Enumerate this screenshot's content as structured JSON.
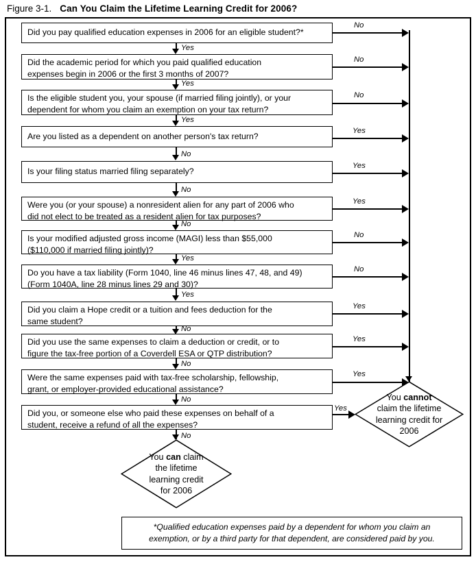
{
  "figure": {
    "number": "Figure 3-1.",
    "title": "Can You Claim the Lifetime Learning Credit for 2006?"
  },
  "questions": [
    {
      "id": "q1",
      "lines": [
        "Did you pay qualified education expenses in 2006 for an eligible student?*"
      ],
      "yes_label": "Yes",
      "no_label": "No",
      "branch_label": "No"
    },
    {
      "id": "q2",
      "lines": [
        "Did the academic period for which you paid qualified education",
        "expenses begin in 2006 or the first 3 months of 2007?"
      ],
      "branch_label": "No",
      "down_label": "Yes"
    },
    {
      "id": "q3",
      "lines": [
        "Is the eligible student you, your spouse (if married filing jointly), or your",
        "dependent for whom you claim an exemption on your tax return?"
      ],
      "branch_label": "No",
      "down_label": "Yes"
    },
    {
      "id": "q4",
      "lines": [
        "Are you listed as a dependent on another person's tax return?"
      ],
      "branch_label": "Yes",
      "down_label": "No"
    },
    {
      "id": "q5",
      "lines": [
        "Is your filing status married filing separately?"
      ],
      "branch_label": "Yes",
      "down_label": "No"
    },
    {
      "id": "q6",
      "lines": [
        "Were you (or your spouse) a nonresident alien for any part of 2006 who",
        "did not elect to be treated as a resident alien for tax purposes?"
      ],
      "branch_label": "Yes",
      "down_label": "No"
    },
    {
      "id": "q7",
      "lines": [
        "Is your modified adjusted gross income (MAGI) less than $55,000",
        "($110,000 if married filing jointly)?"
      ],
      "branch_label": "No",
      "down_label": "Yes"
    },
    {
      "id": "q8",
      "lines": [
        "Do you have a tax liability (Form 1040, line 46 minus lines 47, 48, and 49)",
        "(Form 1040A, line 28 minus lines 29 and 30)?"
      ],
      "branch_label": "No",
      "down_label": "Yes"
    },
    {
      "id": "q9",
      "lines": [
        "Did you claim a Hope credit or a tuition and fees deduction for the",
        "same student?"
      ],
      "branch_label": "Yes",
      "down_label": "No"
    },
    {
      "id": "q10",
      "lines": [
        "Did you use the same expenses to claim a deduction or credit, or to",
        "figure the tax-free portion of a Coverdell ESA or QTP distribution?"
      ],
      "branch_label": "Yes",
      "down_label": "No"
    },
    {
      "id": "q11",
      "lines": [
        "Were the same expenses paid with tax-free scholarship, fellowship,",
        "grant, or employer-provided educational assistance?"
      ],
      "branch_label": "Yes",
      "down_label": "No"
    },
    {
      "id": "q12",
      "lines": [
        "Did you, or someone else who paid these expenses on behalf of a",
        "student, receive a refund of all the expenses?"
      ],
      "branch_label": "Yes",
      "down_label": "No"
    }
  ],
  "edge_labels": {
    "q1_down": "Yes",
    "q2_down": "Yes",
    "q3_down": "Yes",
    "q4_down": "No",
    "q5_down": "No",
    "q6_down": "No",
    "q7_down": "Yes",
    "q8_down": "Yes",
    "q9_down": "No",
    "q10_down": "No",
    "q11_down": "No",
    "q12_down": "No",
    "q1_branch": "No",
    "q2_branch": "No",
    "q3_branch": "No",
    "q4_branch": "Yes",
    "q5_branch": "Yes",
    "q6_branch": "Yes",
    "q7_branch": "No",
    "q8_branch": "No",
    "q9_branch": "Yes",
    "q10_branch": "Yes",
    "q11_branch": "Yes",
    "q12_branch": "Yes"
  },
  "outcomes": {
    "cannot": {
      "lines_pre": "You ",
      "emphasis": "cannot",
      "lines": [
        "claim the lifetime",
        "learning credit for",
        "2006"
      ],
      "first_line_tail": ""
    },
    "can": {
      "lines_pre": "You ",
      "emphasis": "can",
      "first_line_tail": " claim",
      "lines": [
        "the lifetime",
        "learning credit",
        "for 2006"
      ]
    }
  },
  "footnote": {
    "lines": [
      "*Qualified education expenses paid by a dependent for whom you claim an",
      "exemption, or by a third party for that dependent, are considered paid by you."
    ]
  },
  "colors": {
    "stroke": "#000000",
    "background": "#ffffff"
  }
}
